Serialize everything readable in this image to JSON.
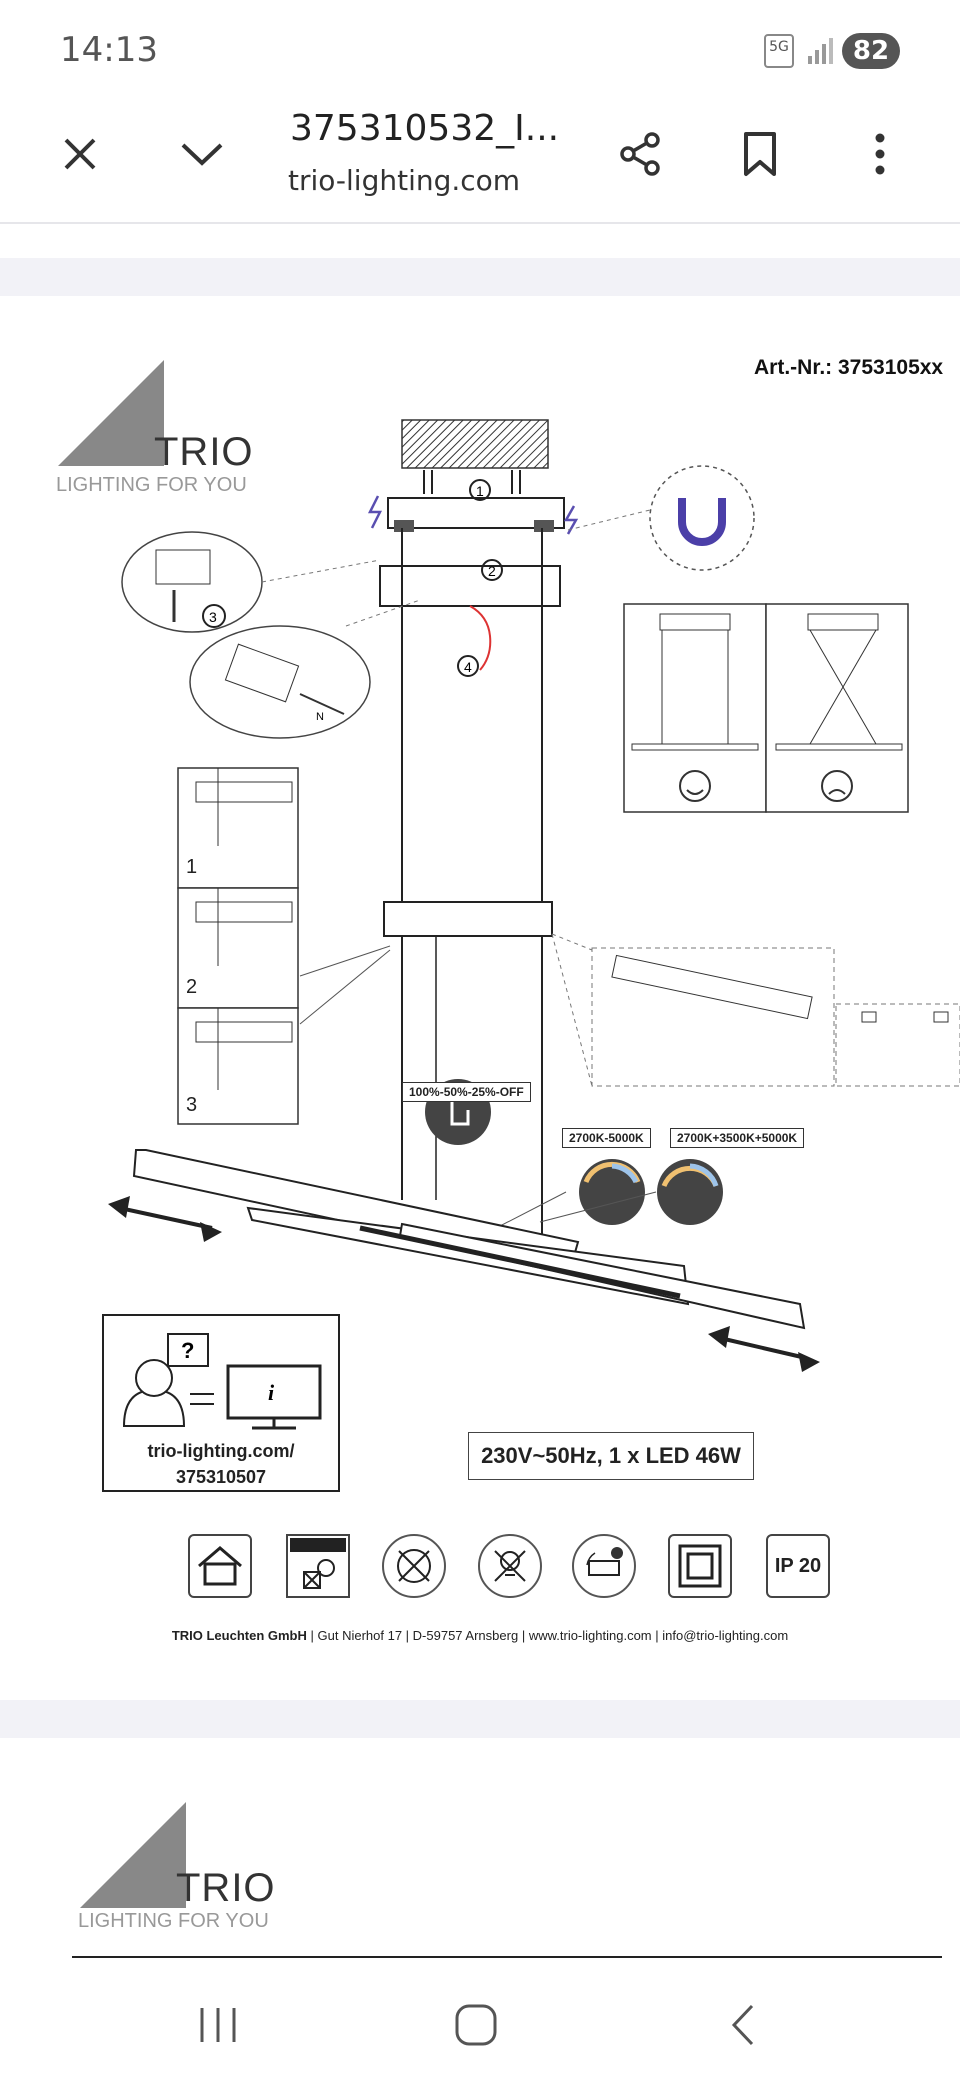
{
  "status_bar": {
    "time": "14:13",
    "network": "5G",
    "battery": "82"
  },
  "toolbar": {
    "title": "375310532_I...",
    "url": "trio-lighting.com"
  },
  "document": {
    "brand": "TRIO",
    "tagline": "LIGHTING FOR YOU",
    "article_number": "Art.-Nr.: 3753105xx",
    "dimming_label": "100%-50%-25%-OFF",
    "cct_label_1": "2700K-5000K",
    "cct_label_2": "2700K+3500K+5000K",
    "info_url_line1": "trio-lighting.com/",
    "info_url_line2": "375310507",
    "spec": "230V~50Hz, 1 x LED 46W",
    "ip_rating": "IP 20",
    "step_numbers": [
      "1",
      "2",
      "3"
    ],
    "footer": {
      "company": "TRIO Leuchten GmbH",
      "address": "Gut Nierhof 17",
      "city": "D-59757 Arnsberg",
      "website": "www.trio-lighting.com",
      "email": "info@trio-lighting.com"
    }
  },
  "icons": [
    "close-icon",
    "chevron-down-icon",
    "share-icon",
    "bookmark-icon",
    "more-vertical-icon",
    "recents-icon",
    "home-icon",
    "back-icon"
  ]
}
